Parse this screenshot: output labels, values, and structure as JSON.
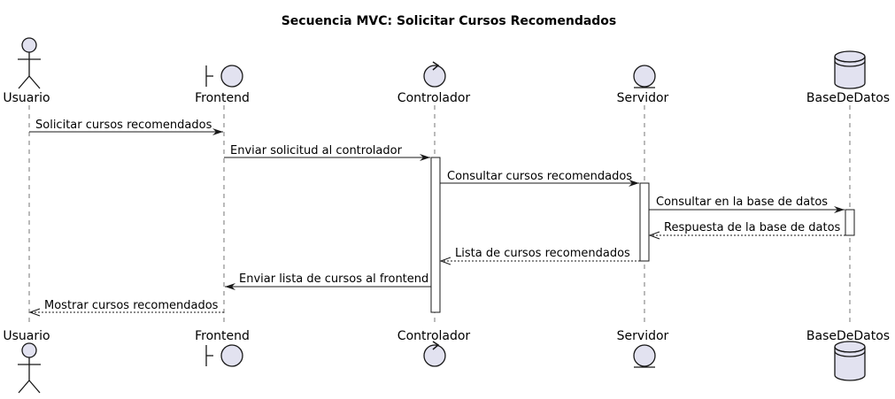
{
  "title": "Secuencia MVC: Solicitar Cursos Recomendados",
  "participants": [
    {
      "name": "Usuario",
      "type": "actor-icon"
    },
    {
      "name": "Frontend",
      "type": "boundary-icon"
    },
    {
      "name": "Controlador",
      "type": "control-icon"
    },
    {
      "name": "Servidor",
      "type": "entity-icon"
    },
    {
      "name": "BaseDeDatos",
      "type": "database-icon"
    }
  ],
  "messages": [
    {
      "from": 0,
      "to": 1,
      "label": "Solicitar cursos recomendados",
      "dashed": false
    },
    {
      "from": 1,
      "to": 2,
      "label": "Enviar solicitud al controlador",
      "dashed": false
    },
    {
      "from": 2,
      "to": 3,
      "label": "Consultar cursos recomendados",
      "dashed": false
    },
    {
      "from": 3,
      "to": 4,
      "label": "Consultar en la base de datos",
      "dashed": false
    },
    {
      "from": 4,
      "to": 3,
      "label": "Respuesta de la base de datos",
      "dashed": true
    },
    {
      "from": 3,
      "to": 2,
      "label": "Lista de cursos recomendados",
      "dashed": true
    },
    {
      "from": 2,
      "to": 1,
      "label": "Enviar lista de cursos al frontend",
      "dashed": false
    },
    {
      "from": 1,
      "to": 0,
      "label": "Mostrar cursos recomendados",
      "dashed": true
    }
  ]
}
